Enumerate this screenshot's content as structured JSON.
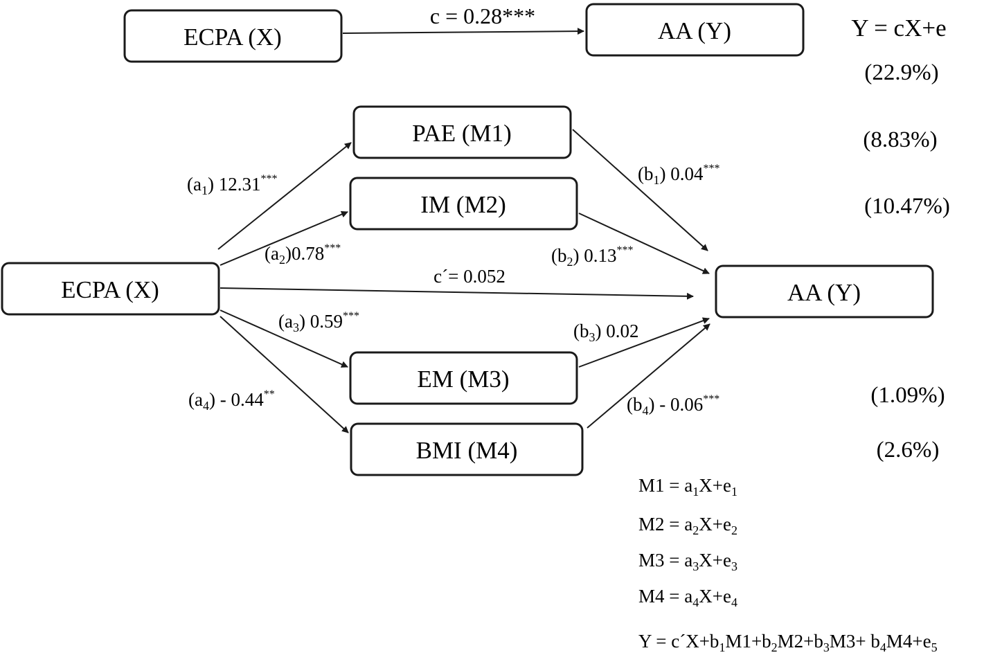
{
  "total_effect": {
    "x_box": "ECPA (X)",
    "y_box": "AA (Y)",
    "path_label": "c = 0.28***",
    "equation": "Y = cX+e",
    "r2": "(22.9%)"
  },
  "mediation": {
    "x_box": "ECPA (X)",
    "y_box": "AA (Y)",
    "mediators": [
      {
        "box": "PAE (M1)",
        "r2": "(8.83%)"
      },
      {
        "box": "IM (M2)",
        "r2": "(10.47%)"
      },
      {
        "box": "EM (M3)",
        "r2": "(1.09%)"
      },
      {
        "box": "BMI (M4)",
        "r2": "(2.6%)"
      }
    ],
    "a_paths": [
      {
        "name": "(a",
        "sub": "1",
        "value": ") 12.31",
        "sig": "***"
      },
      {
        "name": "(a",
        "sub": "2",
        "value": ")0.78",
        "sig": "***"
      },
      {
        "name": "(a",
        "sub": "3",
        "value": ") 0.59",
        "sig": "***"
      },
      {
        "name": "(a",
        "sub": "4",
        "value": ") - 0.44",
        "sig": "**"
      }
    ],
    "b_paths": [
      {
        "name": "(b",
        "sub": "1",
        "value": ") 0.04",
        "sig": "***"
      },
      {
        "name": "(b",
        "sub": "2",
        "value": ") 0.13",
        "sig": "***"
      },
      {
        "name": "(b",
        "sub": "3",
        "value": ") 0.02",
        "sig": ""
      },
      {
        "name": "(b",
        "sub": "4",
        "value": ") - 0.06",
        "sig": "***"
      }
    ],
    "direct_label": "c´= 0.052"
  },
  "equations": {
    "m1": [
      "M1 = a",
      "1",
      "X+e",
      "1"
    ],
    "m2": [
      "M2 = a",
      "2",
      "X+e",
      "2"
    ],
    "m3": [
      "M3 = a",
      "3",
      "X+e",
      "3"
    ],
    "m4": [
      "M4 = a",
      "4",
      "X+e",
      "4"
    ],
    "y": [
      "Y = c´X+b",
      "1",
      "M1+b",
      "2",
      "M2+b",
      "3",
      "M3+ b",
      "4",
      "M4+e",
      "5"
    ]
  }
}
